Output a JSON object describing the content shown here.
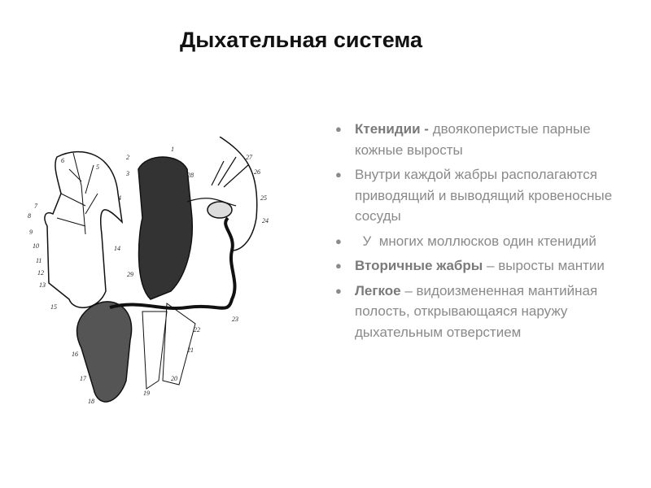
{
  "slide": {
    "title": "Дыхательная система",
    "bullets": [
      {
        "bold": "Ктенидии - ",
        "text": "двоякоперистые парные кожные выросты"
      },
      {
        "bold": "",
        "text": "Внутри каждой жабры располагаются приводящий и выводящий кровеносные сосуды"
      },
      {
        "bold": "",
        "text": "  У  многих моллюсков один ктенидий"
      },
      {
        "bold": "Вторичные жабры",
        "text": " – выросты мантии"
      },
      {
        "bold": "Легкое",
        "text": " – видоизмененная мантийная полость, открывающаяся наружу дыхательным отверстием"
      }
    ],
    "bullet_color": "#8a8a8a",
    "illustration_labels": [
      "1",
      "2",
      "3",
      "4",
      "5",
      "6",
      "7",
      "8",
      "9",
      "10",
      "11",
      "12",
      "13",
      "14",
      "15",
      "16",
      "17",
      "18",
      "19",
      "20",
      "21",
      "22",
      "23",
      "24",
      "25",
      "26",
      "27",
      "28",
      "29"
    ]
  }
}
